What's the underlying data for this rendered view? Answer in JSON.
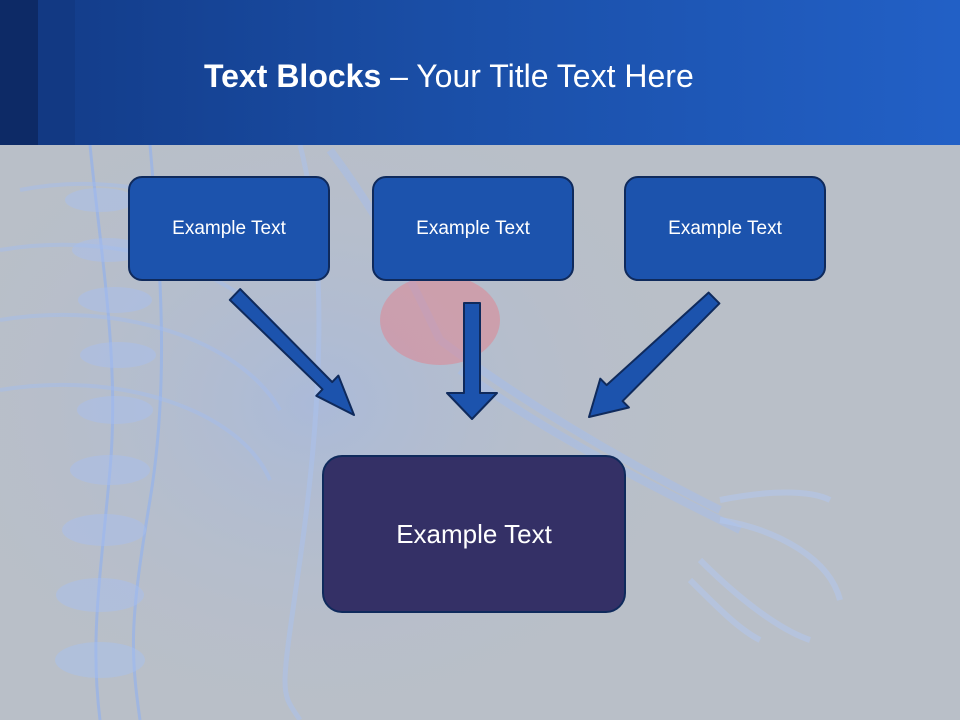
{
  "slide": {
    "title_bold": "Text Blocks",
    "title_dash": " – ",
    "title_rest": "Your Title Text Here"
  },
  "boxes": {
    "top": [
      "Example Text",
      "Example Text",
      "Example Text"
    ],
    "bottom": "Example Text"
  },
  "colors": {
    "header": "#1a4ea6",
    "box_top": "#1c53ad",
    "box_bottom": "#343066",
    "arrow": "#1c53ad",
    "border": "#0f2a5c"
  }
}
